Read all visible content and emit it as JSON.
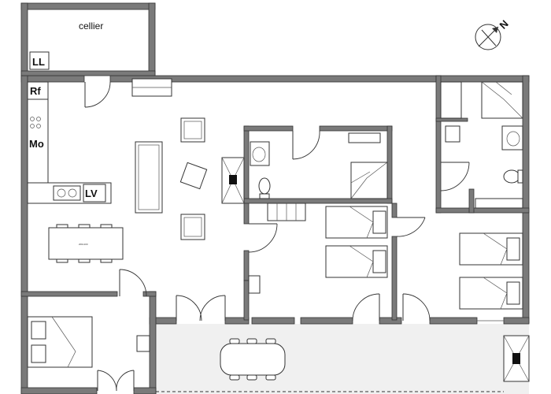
{
  "rooms": {
    "cellier": "cellier"
  },
  "appliances": {
    "ll": "LL",
    "rf": "Rf",
    "mo": "Mo",
    "lv": "LV"
  },
  "compass": {
    "north_letter": "N"
  },
  "table_label": "200x100",
  "colors": {
    "wall": "#7a7a7a",
    "terrace": "#f0f0f0",
    "ink": "#333333"
  }
}
